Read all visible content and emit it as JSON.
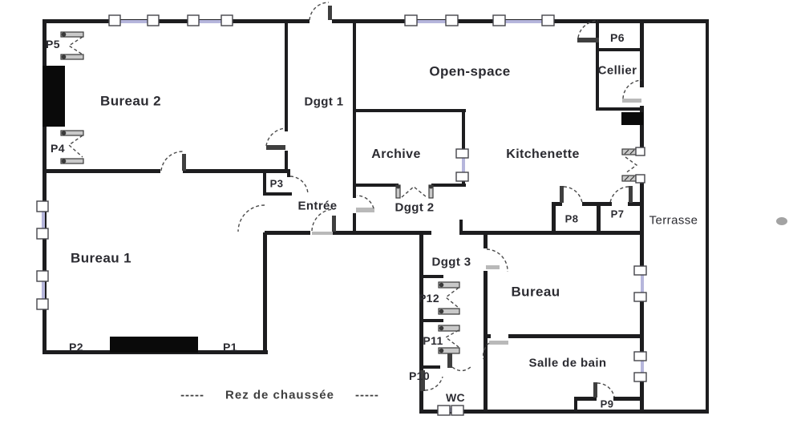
{
  "floor_plan": {
    "floor_caption": {
      "left_dashes": "-----",
      "text": "Rez de chaussée",
      "right_dashes": "-----"
    },
    "labels": {
      "bureau2": "Bureau 2",
      "bureau1": "Bureau 1",
      "bureau": "Bureau",
      "open_space": "Open-space",
      "archive": "Archive",
      "kitchenette": "Kitchenette",
      "cellier": "Cellier",
      "entree": "Entrée",
      "dggt1": "Dggt 1",
      "dggt2": "Dggt 2",
      "dggt3": "Dggt 3",
      "salle_de_bain": "Salle de bain",
      "wc": "WC",
      "terrasse": "Terrasse",
      "p1": "P1",
      "p2": "P2",
      "p3": "P3",
      "p4": "P4",
      "p5": "P5",
      "p6": "P6",
      "p7": "P7",
      "p8": "P8",
      "p9": "P9",
      "p10": "P10",
      "p11": "P11",
      "p12": "P12"
    },
    "rooms": [
      "Bureau 1",
      "Bureau 2",
      "Bureau",
      "Open-space",
      "Archive",
      "Kitchenette",
      "Cellier",
      "Entrée",
      "Dggt 1",
      "Dggt 2",
      "Dggt 3",
      "Salle de bain",
      "WC",
      "Terrasse"
    ],
    "door_tags": [
      "P1",
      "P2",
      "P3",
      "P4",
      "P5",
      "P6",
      "P7",
      "P8",
      "P9",
      "P10",
      "P11",
      "P12"
    ],
    "colors": {
      "wall": "#1d1d1f",
      "window_glass": "#b6b6dc",
      "door_arc": "#4a4a4a",
      "door_leaf_dark": "#3f3f3f",
      "door_leaf_light": "#b9b9b9",
      "text": "#2b2b31",
      "block": "#0a0a0a",
      "background": "#ffffff",
      "dot": "#a3a3a3"
    }
  }
}
